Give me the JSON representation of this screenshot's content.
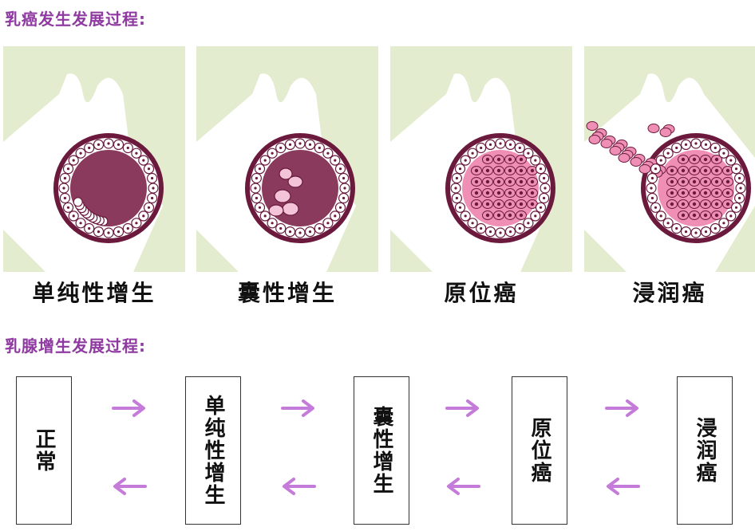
{
  "section1": {
    "title": "乳癌发生发展过程:",
    "panels": [
      {
        "id": "simple",
        "label": "单纯性增生"
      },
      {
        "id": "cystic",
        "label": "囊性增生"
      },
      {
        "id": "insitu",
        "label": "原位癌"
      },
      {
        "id": "invasive",
        "label": "浸润癌"
      }
    ]
  },
  "section2": {
    "title": "乳腺增生发展过程:",
    "stages": [
      "正常",
      "单纯性增生",
      "囊性增生",
      "原位癌",
      "浸润癌"
    ]
  },
  "colors": {
    "title": "#8e3aa0",
    "arrow": "#c57bd9",
    "panel_bg": "#e4eccf",
    "duct_wall": "#6b1a3d",
    "simple_fill": "#8a3a5c",
    "tumor_cell": "#ef8fb5"
  }
}
